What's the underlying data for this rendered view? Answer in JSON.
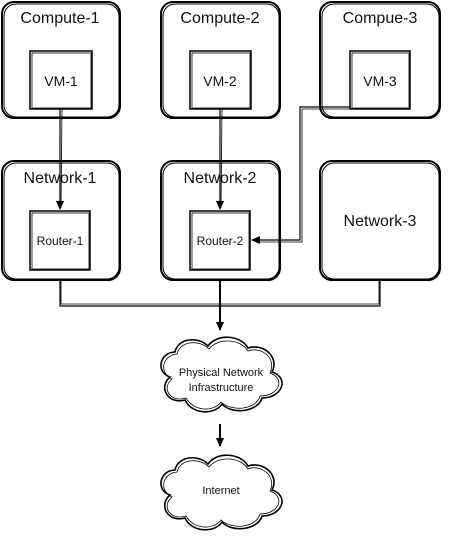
{
  "compute_nodes": [
    {
      "label": "Compute-1",
      "vm": "VM-1"
    },
    {
      "label": "Compute-2",
      "vm": "VM-2"
    },
    {
      "label": "Compue-3",
      "vm": "VM-3"
    }
  ],
  "network_nodes": [
    {
      "label": "Network-1",
      "router": "Router-1"
    },
    {
      "label": "Network-2",
      "router": "Router-2"
    },
    {
      "label": "Network-3"
    }
  ],
  "physical_network": {
    "line1": "Physical Network",
    "line2": "Infrastructure"
  },
  "internet": {
    "label": "Internet"
  },
  "colors": {
    "stroke": "#000000",
    "fill": "#ffffff",
    "text": "#111111"
  }
}
